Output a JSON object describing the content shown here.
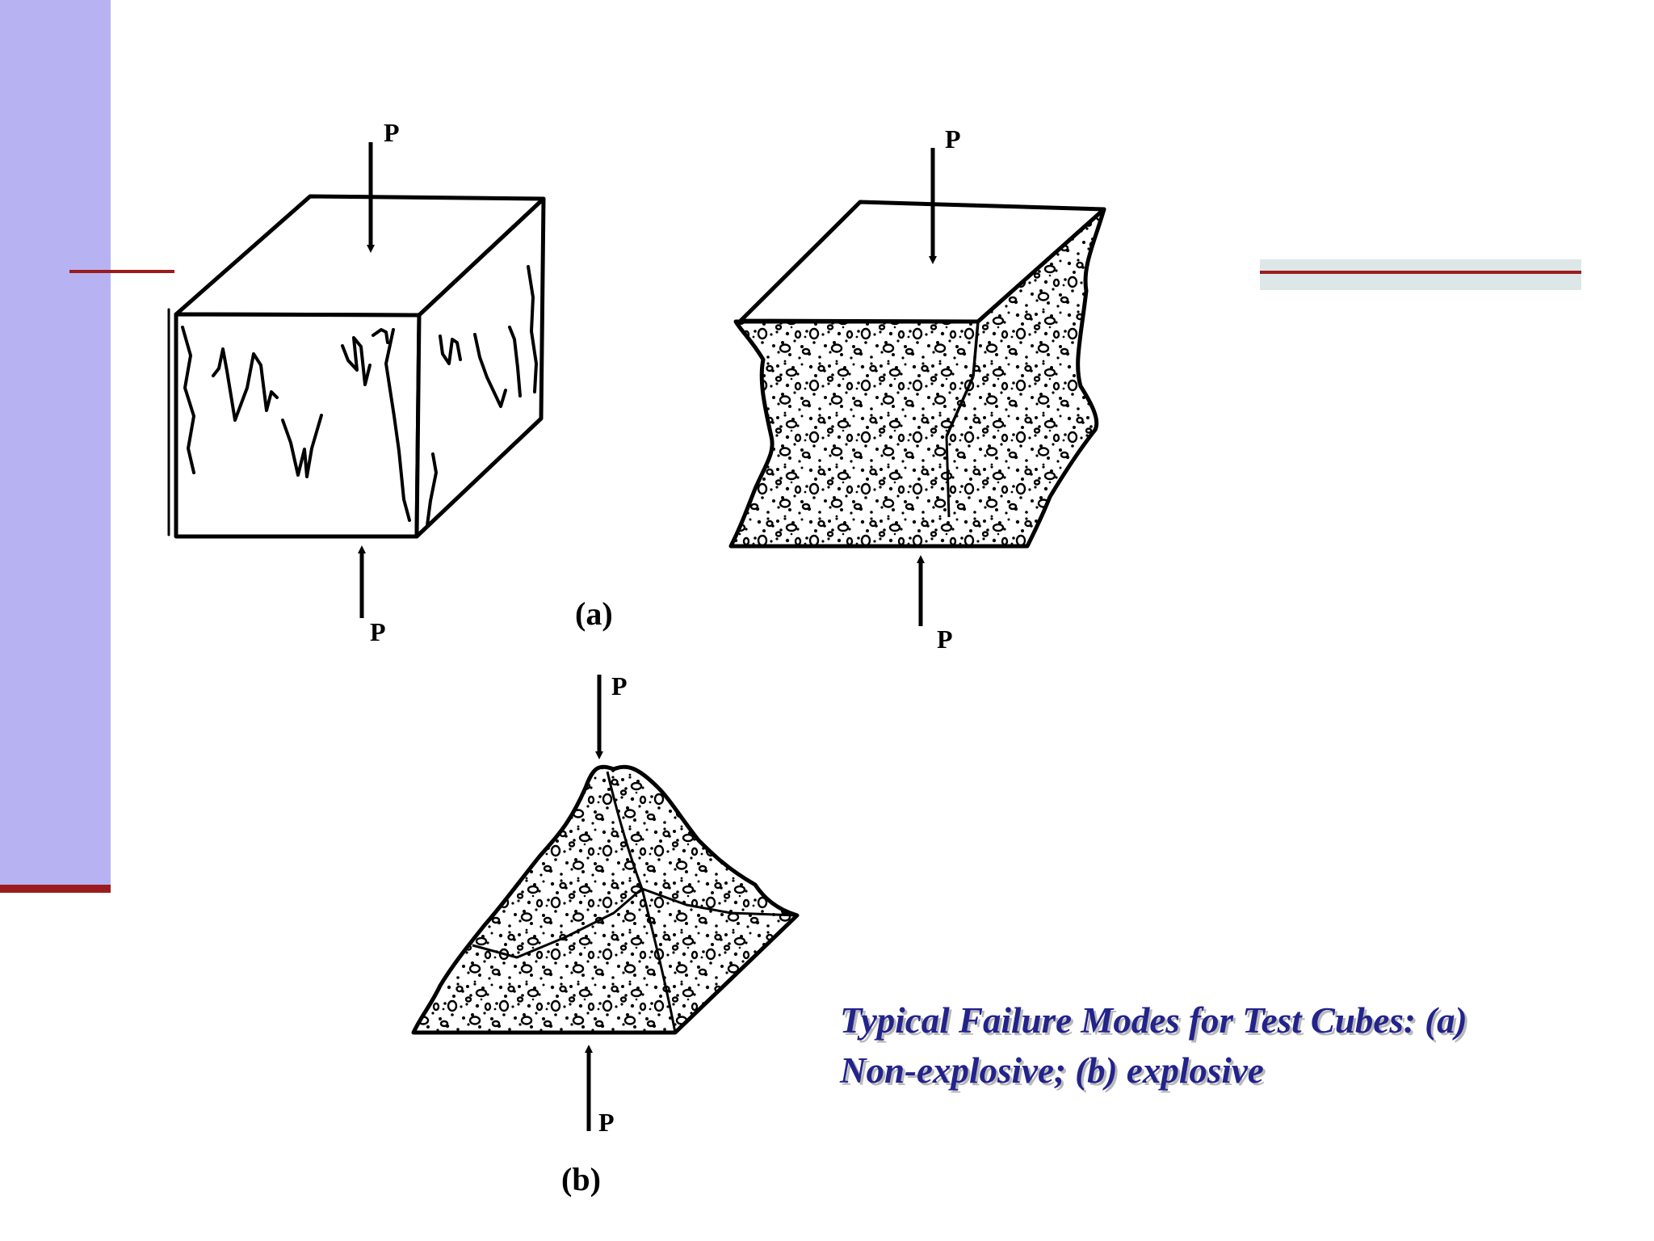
{
  "labels": {
    "load": "P",
    "part_a": "(a)",
    "part_b": "(b)"
  },
  "caption": {
    "line1": "Typical Failure Modes for Test Cubes: (a)",
    "line2": "Non-explosive; (b) explosive"
  },
  "colors": {
    "side_bar": "#b7b3f3",
    "accent_rule": "#9b1c1c",
    "caption_text": "#23238c"
  }
}
